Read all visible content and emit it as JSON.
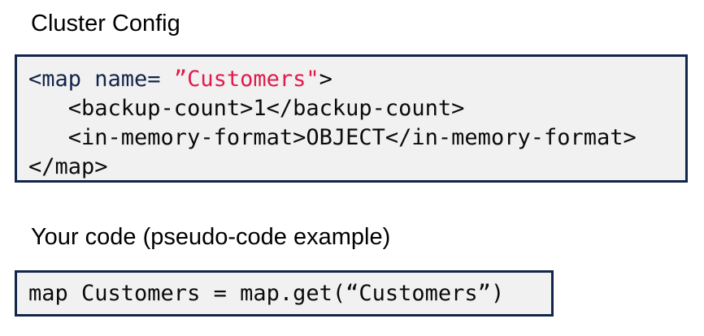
{
  "colors": {
    "navy": "#13254a",
    "red": "#e11a4c",
    "code_text": "#0b0b0b",
    "code_background": "#f1f1f1",
    "page_background": "#ffffff"
  },
  "cluster_config": {
    "title": "Cluster Config",
    "code": {
      "line1_tag_open": "<map name= ",
      "line1_string": "”Customers\"",
      "line1_tag_close": ">",
      "line2": "   <backup-count>1</backup-count>",
      "line3": "   <in-memory-format>OBJECT</in-memory-format>",
      "line4": "</map>"
    }
  },
  "your_code": {
    "title": "Your code (pseudo-code example)",
    "code_line": "map Customers = map.get(“Customers”)"
  }
}
